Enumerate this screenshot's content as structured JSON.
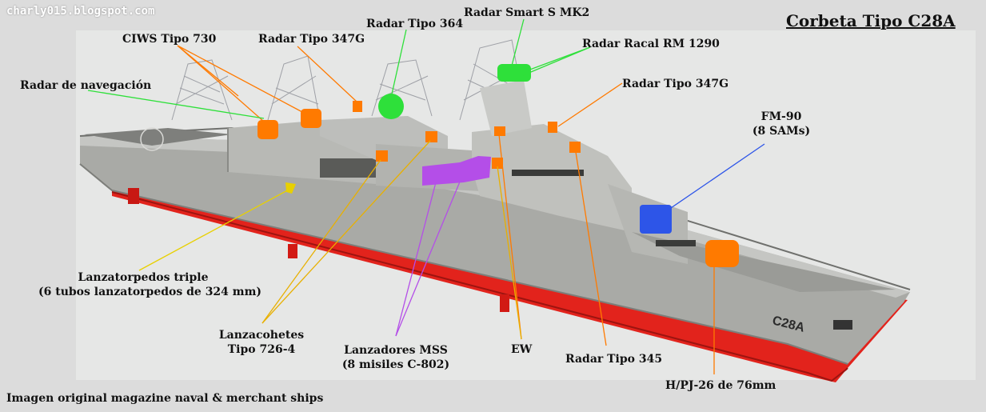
{
  "watermark": "charly015.blogspot.com",
  "title": "Corbeta Tipo C28A",
  "credit": "Imagen original magazine naval & merchant ships",
  "hull_marking": "C28A",
  "colors": {
    "background": "#dcdcdc",
    "hull_grey": "#a9aaa6",
    "hull_red": "#e2231c",
    "orange": "#ff7a00",
    "green": "#2ee03a",
    "purple": "#b44ee8",
    "yellow": "#e8d000",
    "blue": "#2d55e8"
  },
  "labels": {
    "ciws": "CIWS Tipo 730",
    "radar_347g_left": "Radar Tipo 347G",
    "radar_364": "Radar Tipo 364",
    "radar_smart_s": "Radar Smart S MK2",
    "radar_racal": "Radar Racal RM 1290",
    "radar_347g_right": "Radar Tipo 347G",
    "radar_nav": "Radar de navegación",
    "fm90_1": "FM-90",
    "fm90_2": "(8 SAMs)",
    "torpedo_1": "Lanzatorpedos triple",
    "torpedo_2": "(6 tubos lanzatorpedos de 324 mm)",
    "rocket_1": "Lanzacohetes",
    "rocket_2": "Tipo 726-4",
    "mss_1": "Lanzadores MSS",
    "mss_2": "(8 misiles C-802)",
    "ew": "EW",
    "radar_345": "Radar Tipo 345",
    "gun": "H/PJ-26 de 76mm"
  }
}
